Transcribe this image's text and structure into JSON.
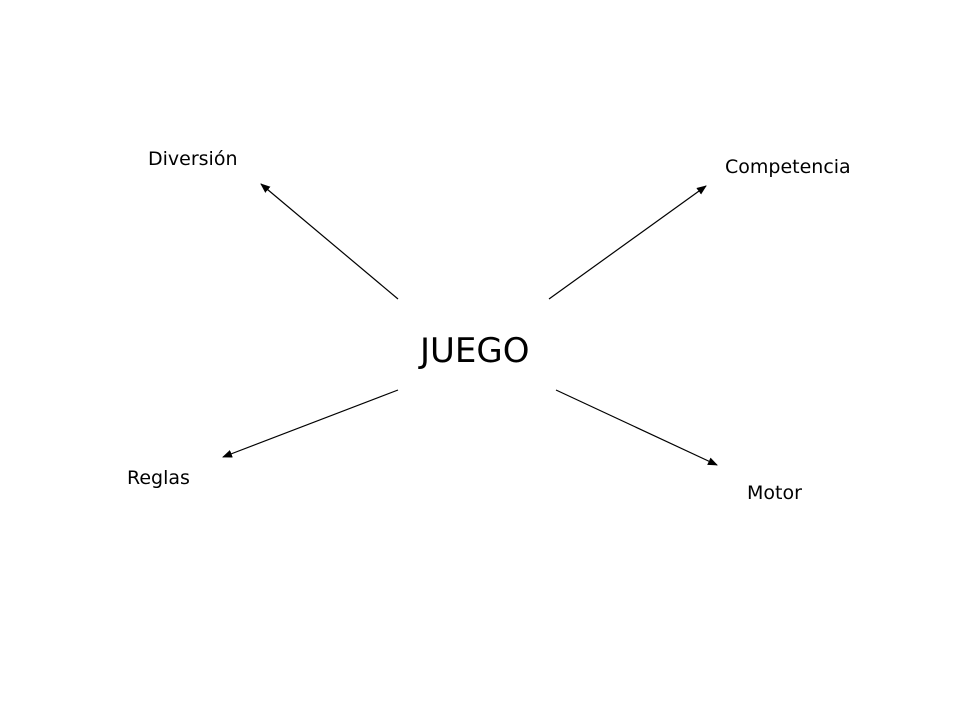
{
  "diagram": {
    "center": "JUEGO",
    "nodes": [
      {
        "id": "diversion",
        "label": "Diversión"
      },
      {
        "id": "competencia",
        "label": "Competencia"
      },
      {
        "id": "reglas",
        "label": "Reglas"
      },
      {
        "id": "motor",
        "label": "Motor"
      }
    ],
    "edges": [
      {
        "from": "JUEGO",
        "to": "diversion"
      },
      {
        "from": "JUEGO",
        "to": "competencia"
      },
      {
        "from": "JUEGO",
        "to": "reglas"
      },
      {
        "from": "JUEGO",
        "to": "motor"
      }
    ],
    "line_color": "#000000"
  }
}
